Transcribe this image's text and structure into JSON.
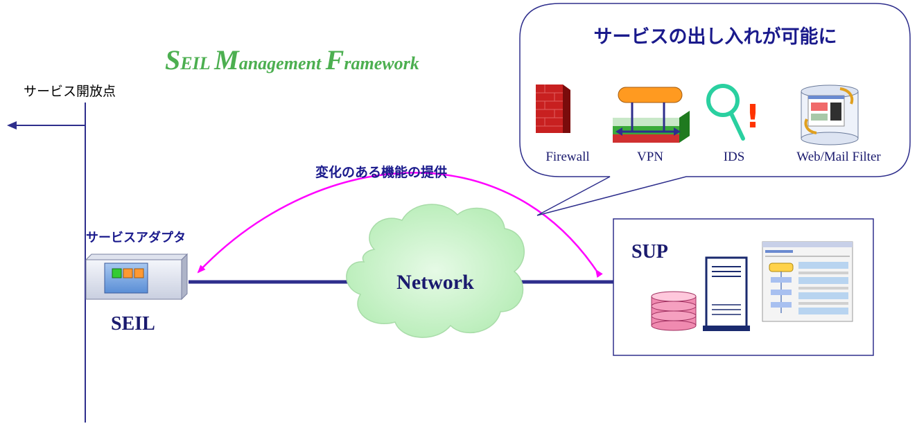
{
  "title": {
    "s": "S",
    "eil": "EIL ",
    "m": "M",
    "anagement": "anagement ",
    "f": "F",
    "ramework": "ramework"
  },
  "open_point_label": "サービス開放点",
  "adapter_label": "サービスアダプタ",
  "seil_label": "SEIL",
  "network_label": "Network",
  "sup_label": "SUP",
  "arc_label": "変化のある機能の提供",
  "callout": {
    "title": "サービスの出し入れが可能に",
    "services": [
      {
        "label": "Firewall",
        "icon": "firewall-icon"
      },
      {
        "label": "VPN",
        "icon": "vpn-icon"
      },
      {
        "label": "IDS",
        "icon": "ids-icon"
      },
      {
        "label": "Web/Mail Filter",
        "icon": "web-mail-filter-icon"
      }
    ],
    "ids_mark": "!"
  },
  "colors": {
    "line": "#2e2e8c",
    "arc": "#ff00ff",
    "title_green": "#4caf50",
    "cloud": "#c8f0c8",
    "ids_red": "#ff3300"
  }
}
